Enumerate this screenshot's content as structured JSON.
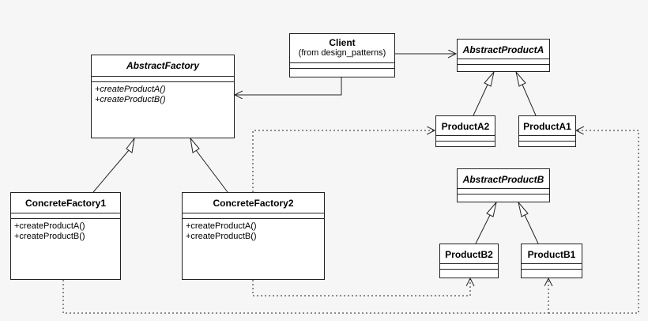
{
  "colors": {
    "background": "#f6f6f6",
    "box_fill": "#ffffff",
    "line": "#222222"
  },
  "classes": {
    "abstract_factory": {
      "name": "AbstractFactory",
      "ops": [
        "+createProductA()",
        "+createProductB()"
      ]
    },
    "concrete_factory1": {
      "name": "ConcreteFactory1",
      "ops": [
        "+createProductA()",
        "+createProductB()"
      ]
    },
    "concrete_factory2": {
      "name": "ConcreteFactory2",
      "ops": [
        "+createProductA()",
        "+createProductB()"
      ]
    },
    "client": {
      "name": "Client",
      "subtitle": "(from design_patterns)"
    },
    "abstract_product_a": {
      "name": "AbstractProductA"
    },
    "product_a1": {
      "name": "ProductA1"
    },
    "product_a2": {
      "name": "ProductA2"
    },
    "abstract_product_b": {
      "name": "AbstractProductB"
    },
    "product_b1": {
      "name": "ProductB1"
    },
    "product_b2": {
      "name": "ProductB2"
    }
  }
}
